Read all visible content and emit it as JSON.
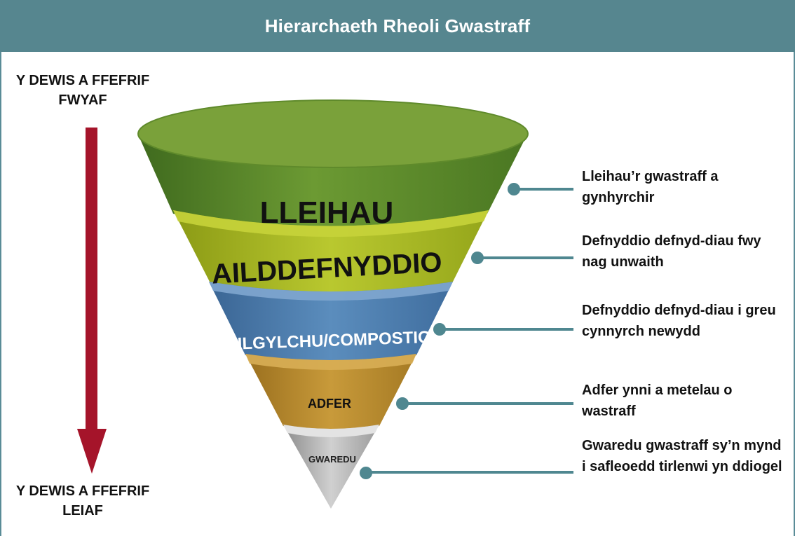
{
  "title": "Hierarchaeth Rheoli Gwastraff",
  "preference": {
    "most": "Y DEWIS A FFEFRIF FWYAF",
    "least": "Y DEWIS A FFEFRIF LEIAF"
  },
  "tiers": [
    {
      "label": "LLEIHAU",
      "description": "Lleihau’r gwastraff a gynhyrchir",
      "color": "#5e8a2a"
    },
    {
      "label": "AILDDEFNYDDIO",
      "description": "Defnyddio defnyd-diau fwy nag unwaith",
      "color": "#a6b522"
    },
    {
      "label": "AILGYLCHU/COMPOSTIO",
      "description": "Defnyddio defnyd-diau i greu cynnyrch newydd",
      "color": "#4f7fad"
    },
    {
      "label": "ADFER",
      "description": "Adfer ynni a metelau o wastraff",
      "color": "#b98a2a"
    },
    {
      "label": "GWAREDU",
      "description": "Gwaredu gwastraff sy’n mynd i safleoedd tirlenwi yn ddiogel",
      "color": "#a8a8a8"
    }
  ],
  "colors": {
    "header": "#56868f",
    "arrow": "#a5142a",
    "connector": "#4f8790"
  }
}
